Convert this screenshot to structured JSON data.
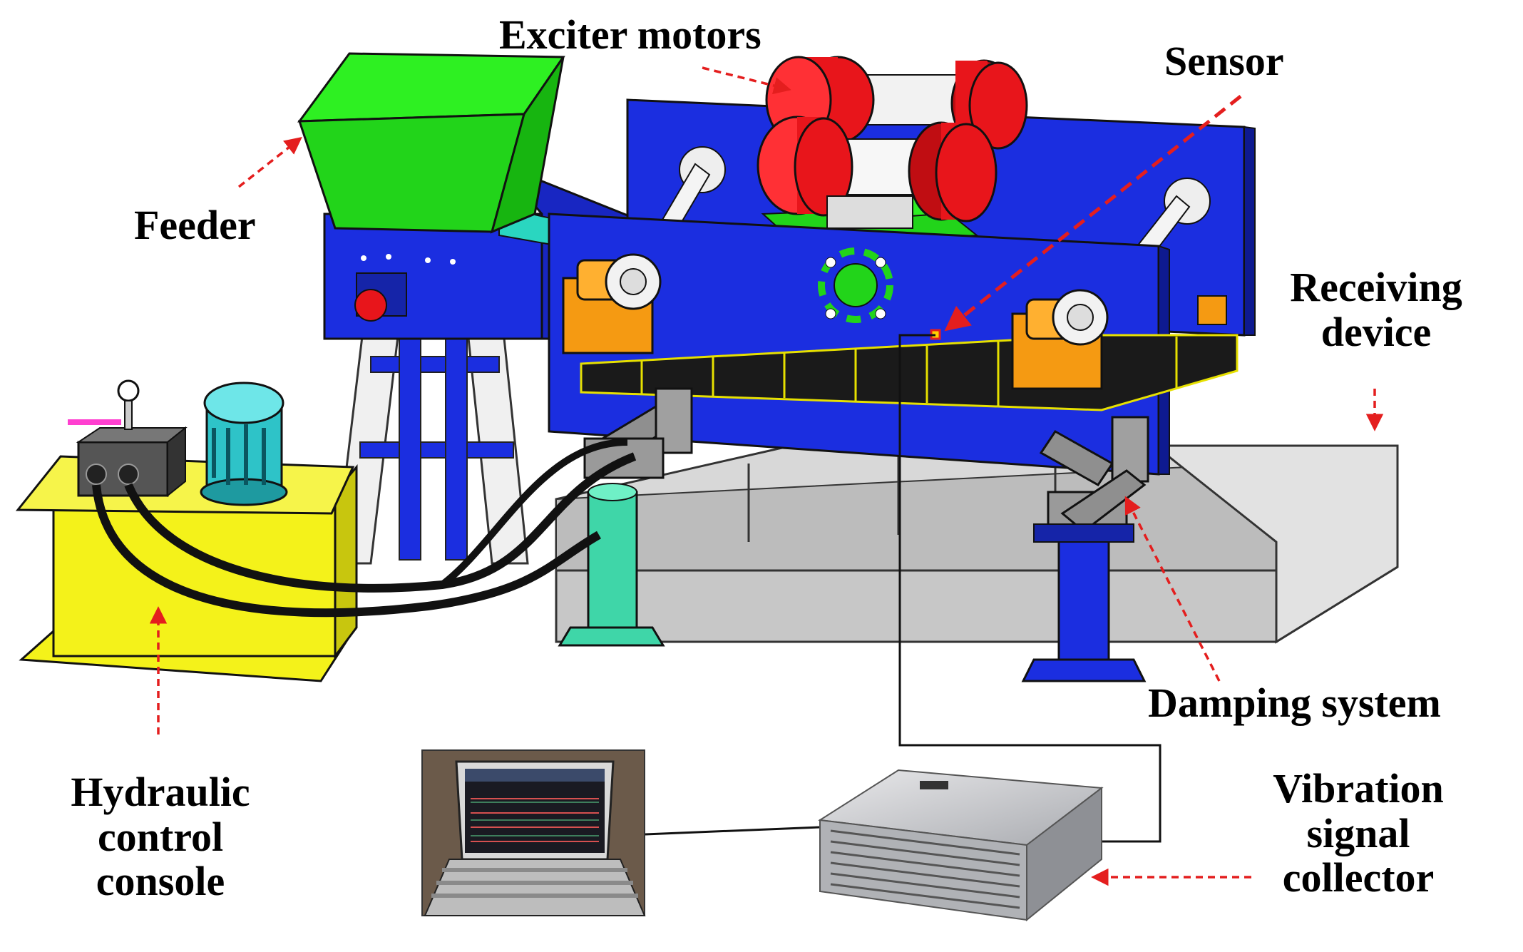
{
  "labels": {
    "exciter_motors": "Exciter motors",
    "sensor": "Sensor",
    "feeder": "Feeder",
    "receiving_device": [
      "Receiving",
      "device"
    ],
    "hydraulic_control_console": [
      "Hydraulic",
      "control",
      "console"
    ],
    "damping_system": "Damping system",
    "vibration_signal_collector": [
      "Vibration",
      "signal",
      "collector"
    ]
  },
  "colors": {
    "arrow": "#e41e1e",
    "frame_blue": "#1b2ee0",
    "motor_red": "#e8151b",
    "feeder_green": "#22d41a",
    "console_yellow": "#f4f21a",
    "support_orange": "#f59a12",
    "base_grey": "#cfcfcf",
    "cylinder_teal": "#3fd6a8"
  }
}
